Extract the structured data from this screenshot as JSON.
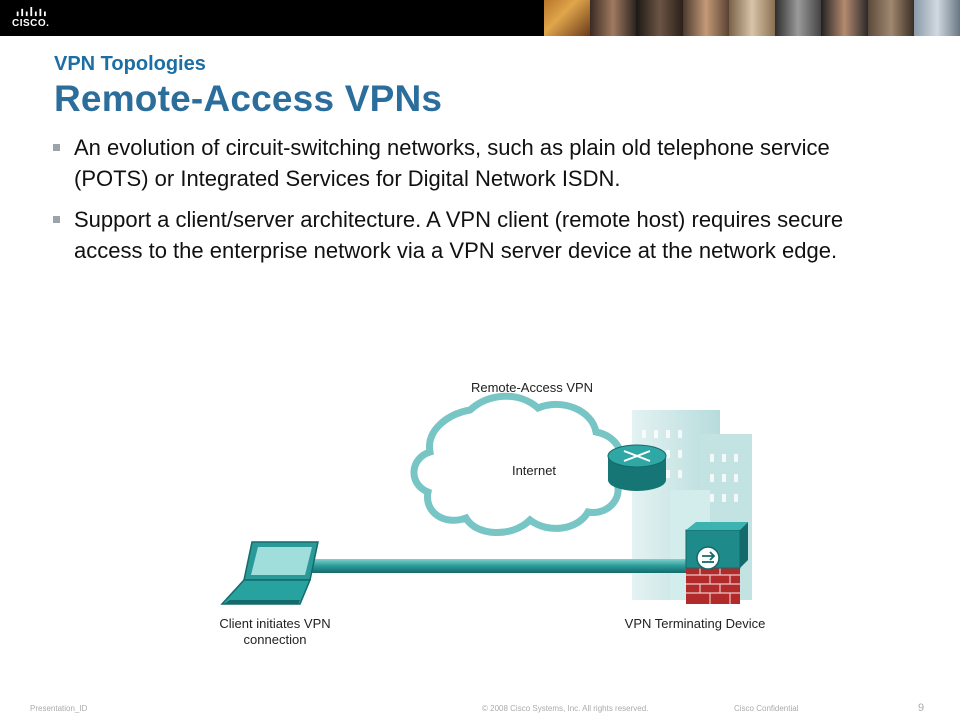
{
  "header": {
    "logo_text": "CISCO."
  },
  "slide": {
    "subtitle": "VPN Topologies",
    "title": "Remote-Access VPNs",
    "bullets": [
      "An evolution of circuit-switching networks, such as plain old telephone service (POTS) or Integrated Services for Digital Network ISDN.",
      "Support a client/server architecture. A VPN client (remote host) requires secure access to the enterprise network via a VPN server device at the network edge."
    ]
  },
  "diagram": {
    "cloud_title": "Remote-Access VPN",
    "cloud_label": "Internet",
    "client_label_1": "Client initiates VPN",
    "client_label_2": "connection",
    "device_label": "VPN Terminating Device"
  },
  "footer": {
    "left": "Presentation_ID",
    "center": "© 2008 Cisco Systems, Inc. All rights reserved.",
    "right": "Cisco Confidential",
    "page": "9"
  },
  "colors": {
    "title": "#2b6d9b",
    "teal": "#1f8a8a",
    "firewall": "#b22a2a"
  }
}
